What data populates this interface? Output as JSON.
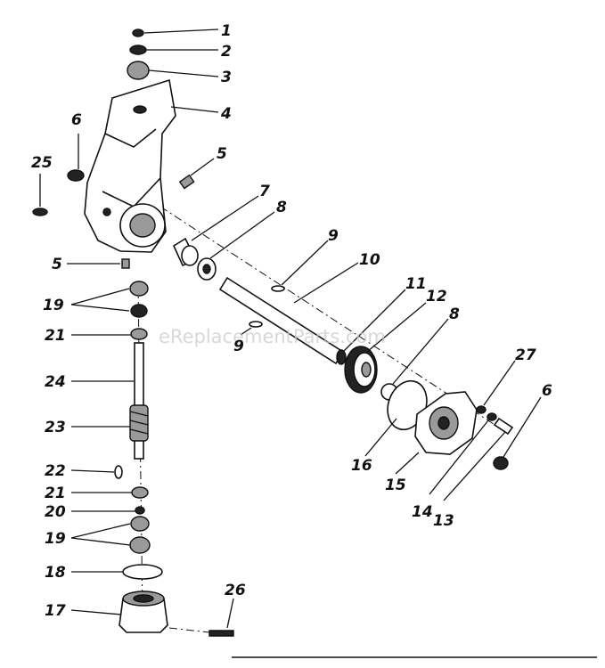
{
  "watermark": "eReplacementParts.com",
  "callouts": [
    "1",
    "2",
    "3",
    "4",
    "5",
    "6",
    "25",
    "5",
    "7",
    "8",
    "9",
    "10",
    "9",
    "11",
    "12",
    "8",
    "27",
    "6",
    "19",
    "21",
    "24",
    "23",
    "22",
    "21",
    "20",
    "19",
    "18",
    "17",
    "26",
    "16",
    "15",
    "14",
    "13"
  ]
}
